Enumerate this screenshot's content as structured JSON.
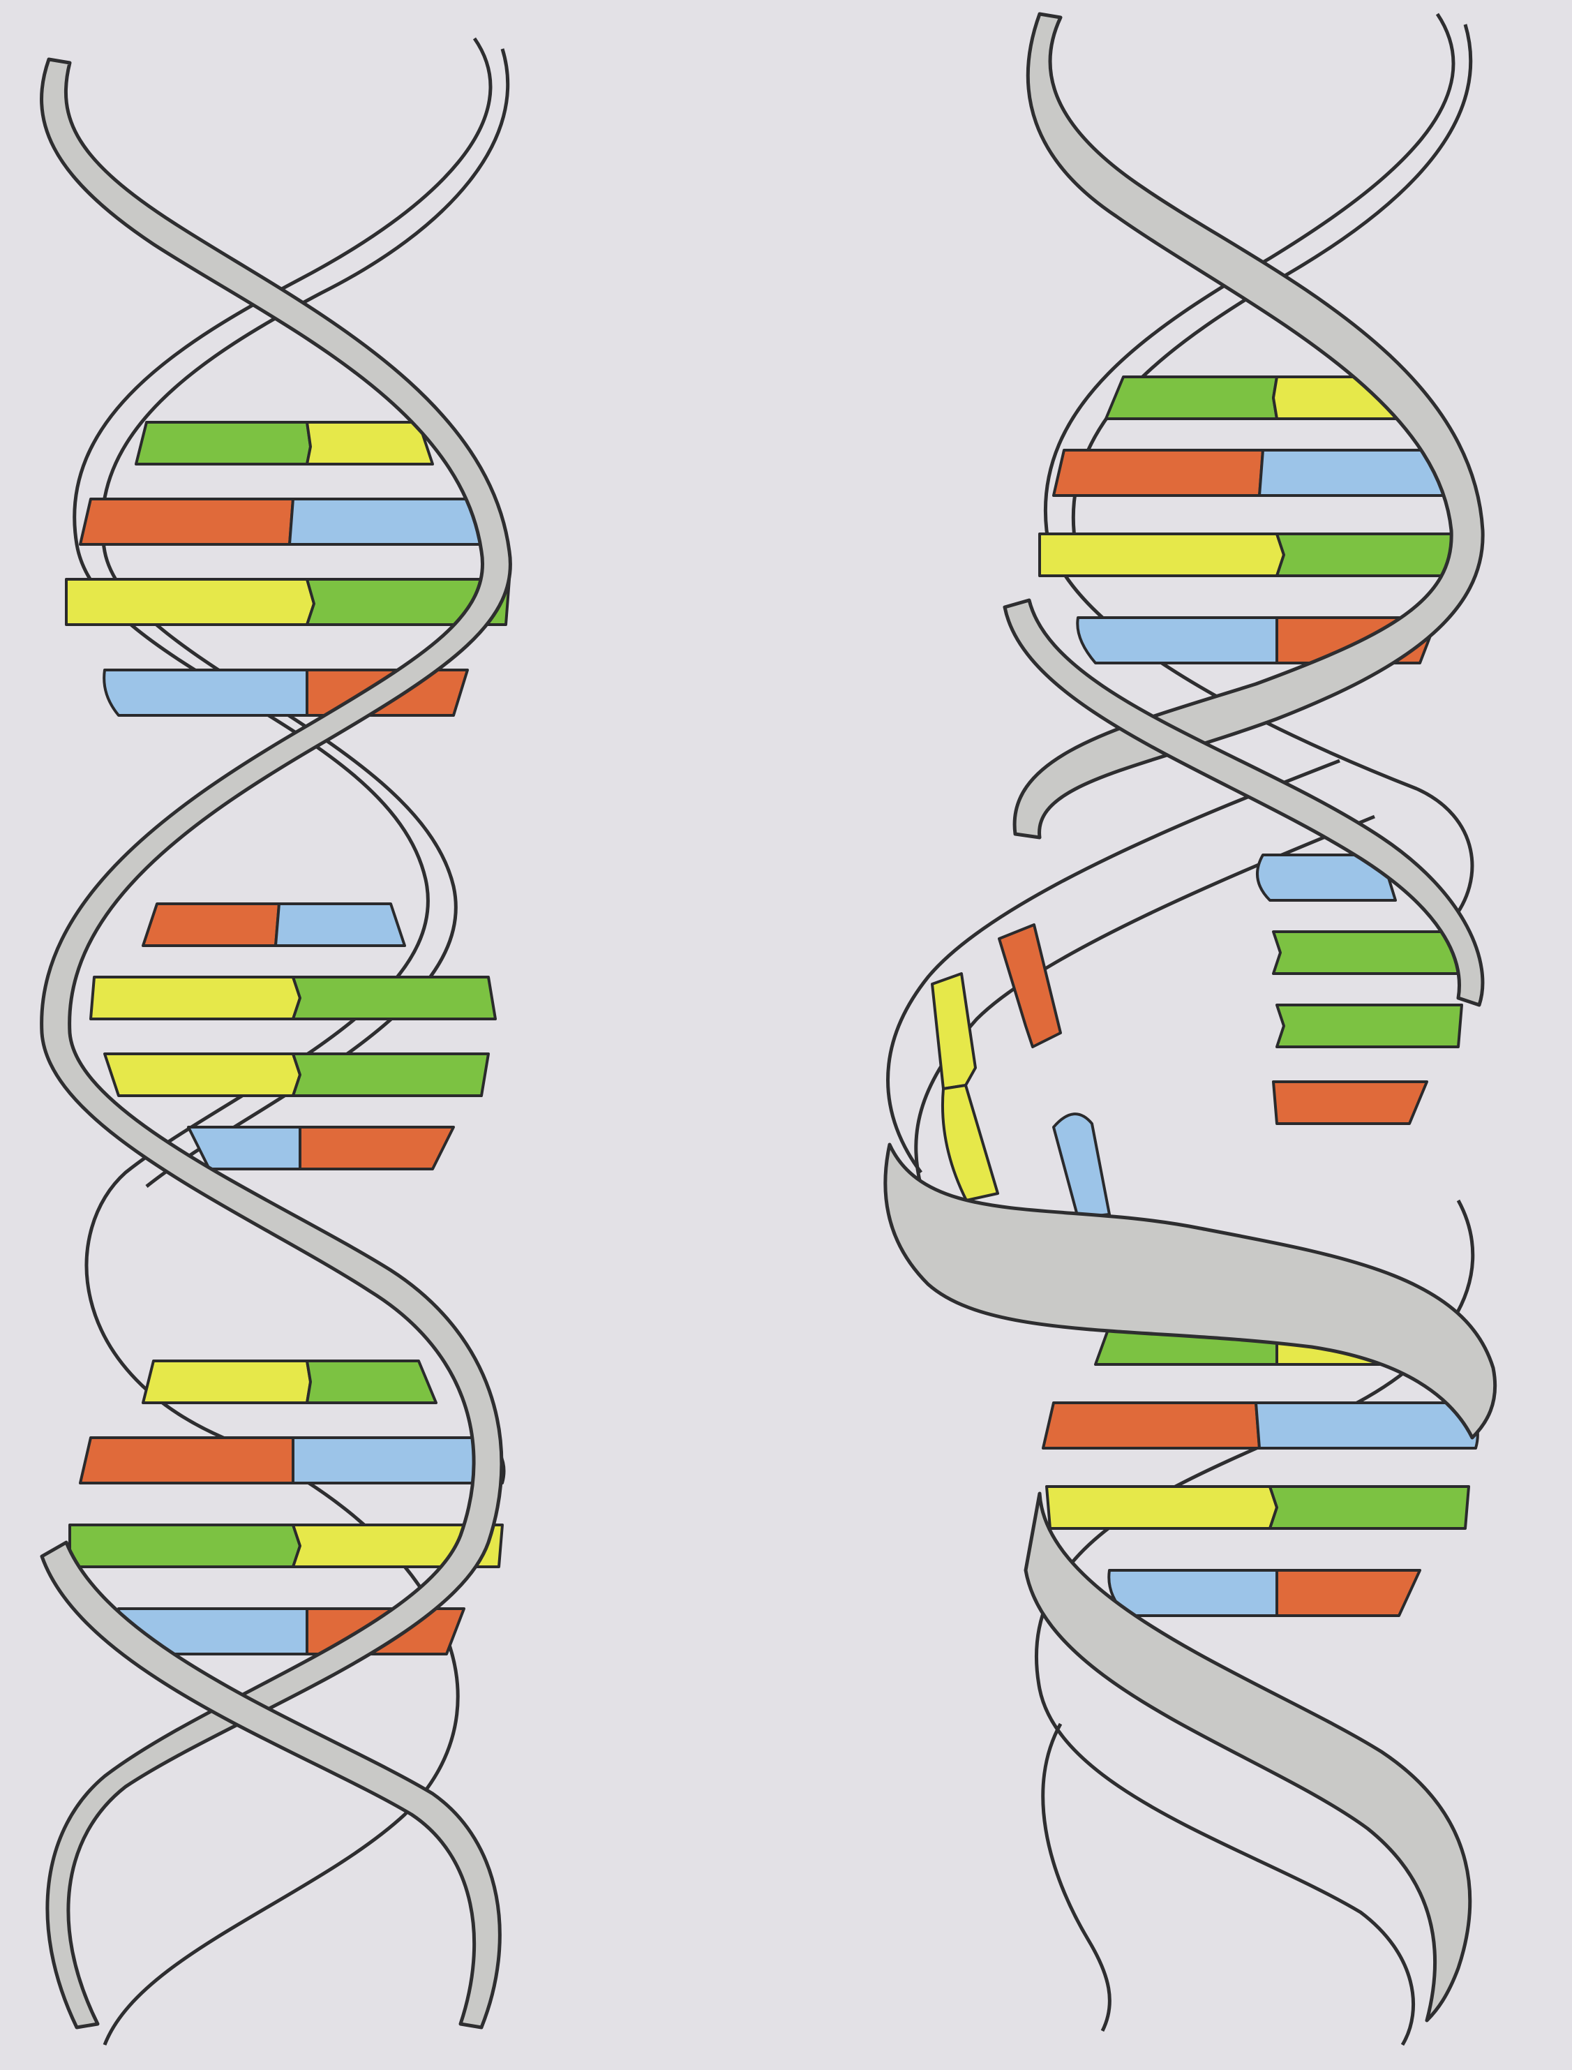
{
  "figure": {
    "background_color": "#e3e1e6",
    "base_colors": {
      "adenine_like": "#7cc242",
      "thymine_like": "#e6e84a",
      "guanine_like": "#e06a3a",
      "cytosine_like": "#9cc4e8"
    },
    "backbone_color": "#c9c9c7"
  },
  "helices": [
    {
      "name": "intact-double-helix",
      "state": "intact",
      "base_pair_count": 12
    },
    {
      "name": "unzipped-double-helix",
      "state": "partially separated",
      "base_pair_count": 8,
      "free_bases_count": 8
    }
  ]
}
